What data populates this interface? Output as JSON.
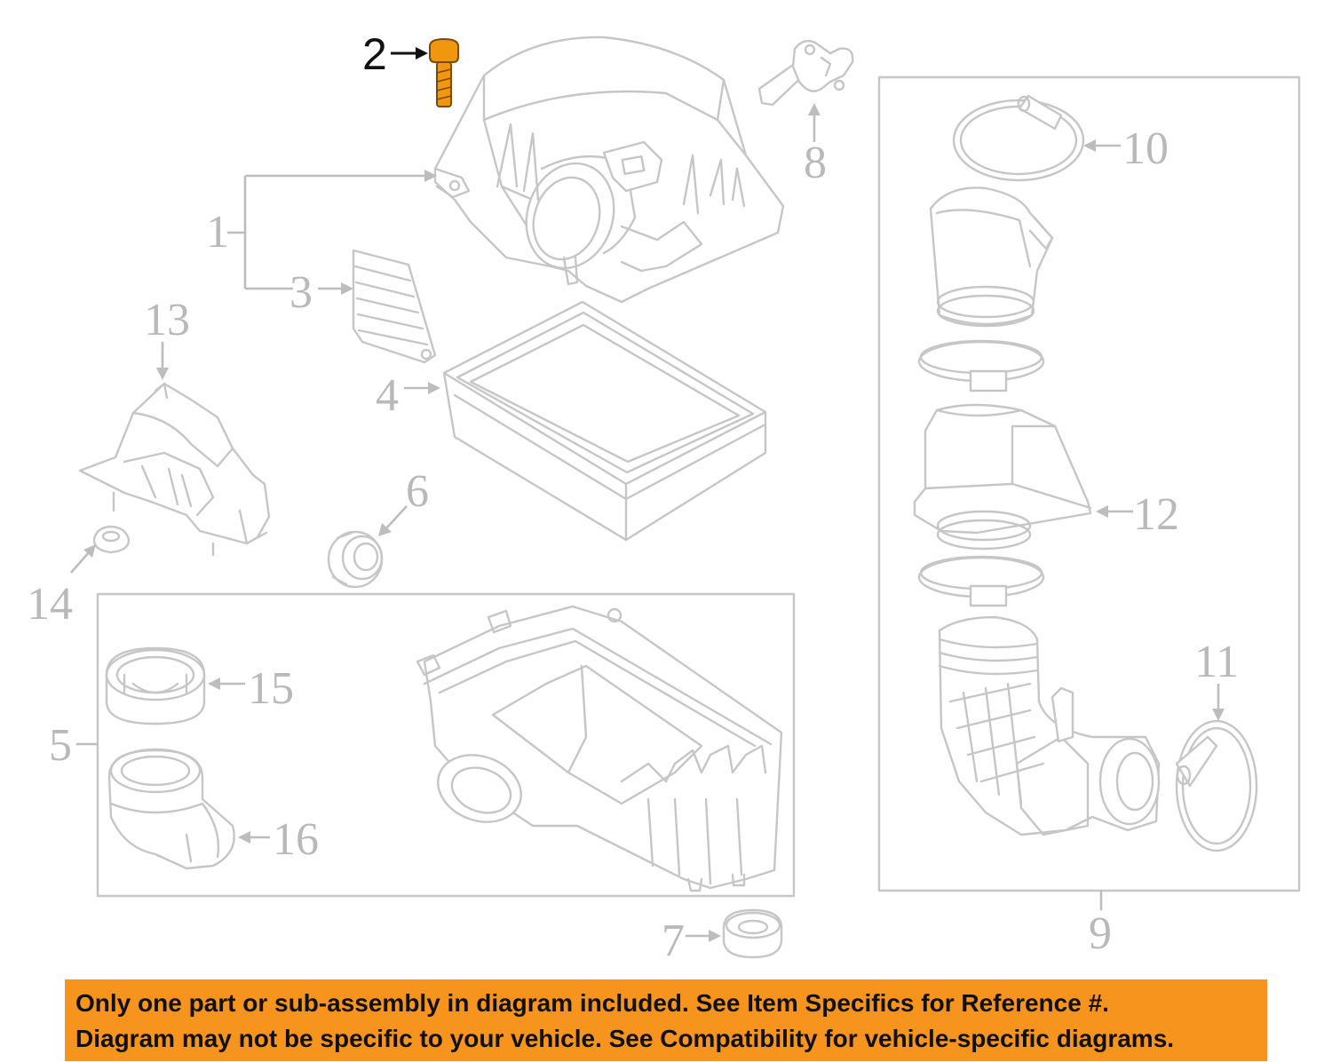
{
  "callouts": {
    "c1": "1",
    "c2": "2",
    "c3": "3",
    "c4": "4",
    "c5": "5",
    "c6": "6",
    "c7": "7",
    "c8": "8",
    "c9": "9",
    "c10": "10",
    "c11": "11",
    "c12": "12",
    "c13": "13",
    "c14": "14",
    "c15": "15",
    "c16": "16"
  },
  "highlighted_part": "2",
  "colors": {
    "highlight_part": "#f0960f",
    "notice_background": "#f7941d",
    "linework": "#c6c6c6"
  },
  "notice": {
    "line1": "Only one part or sub-assembly in diagram included. See Item Specifics for Reference #.",
    "line2": "Diagram may not be specific to your vehicle. See Compatibility for vehicle-specific diagrams."
  }
}
